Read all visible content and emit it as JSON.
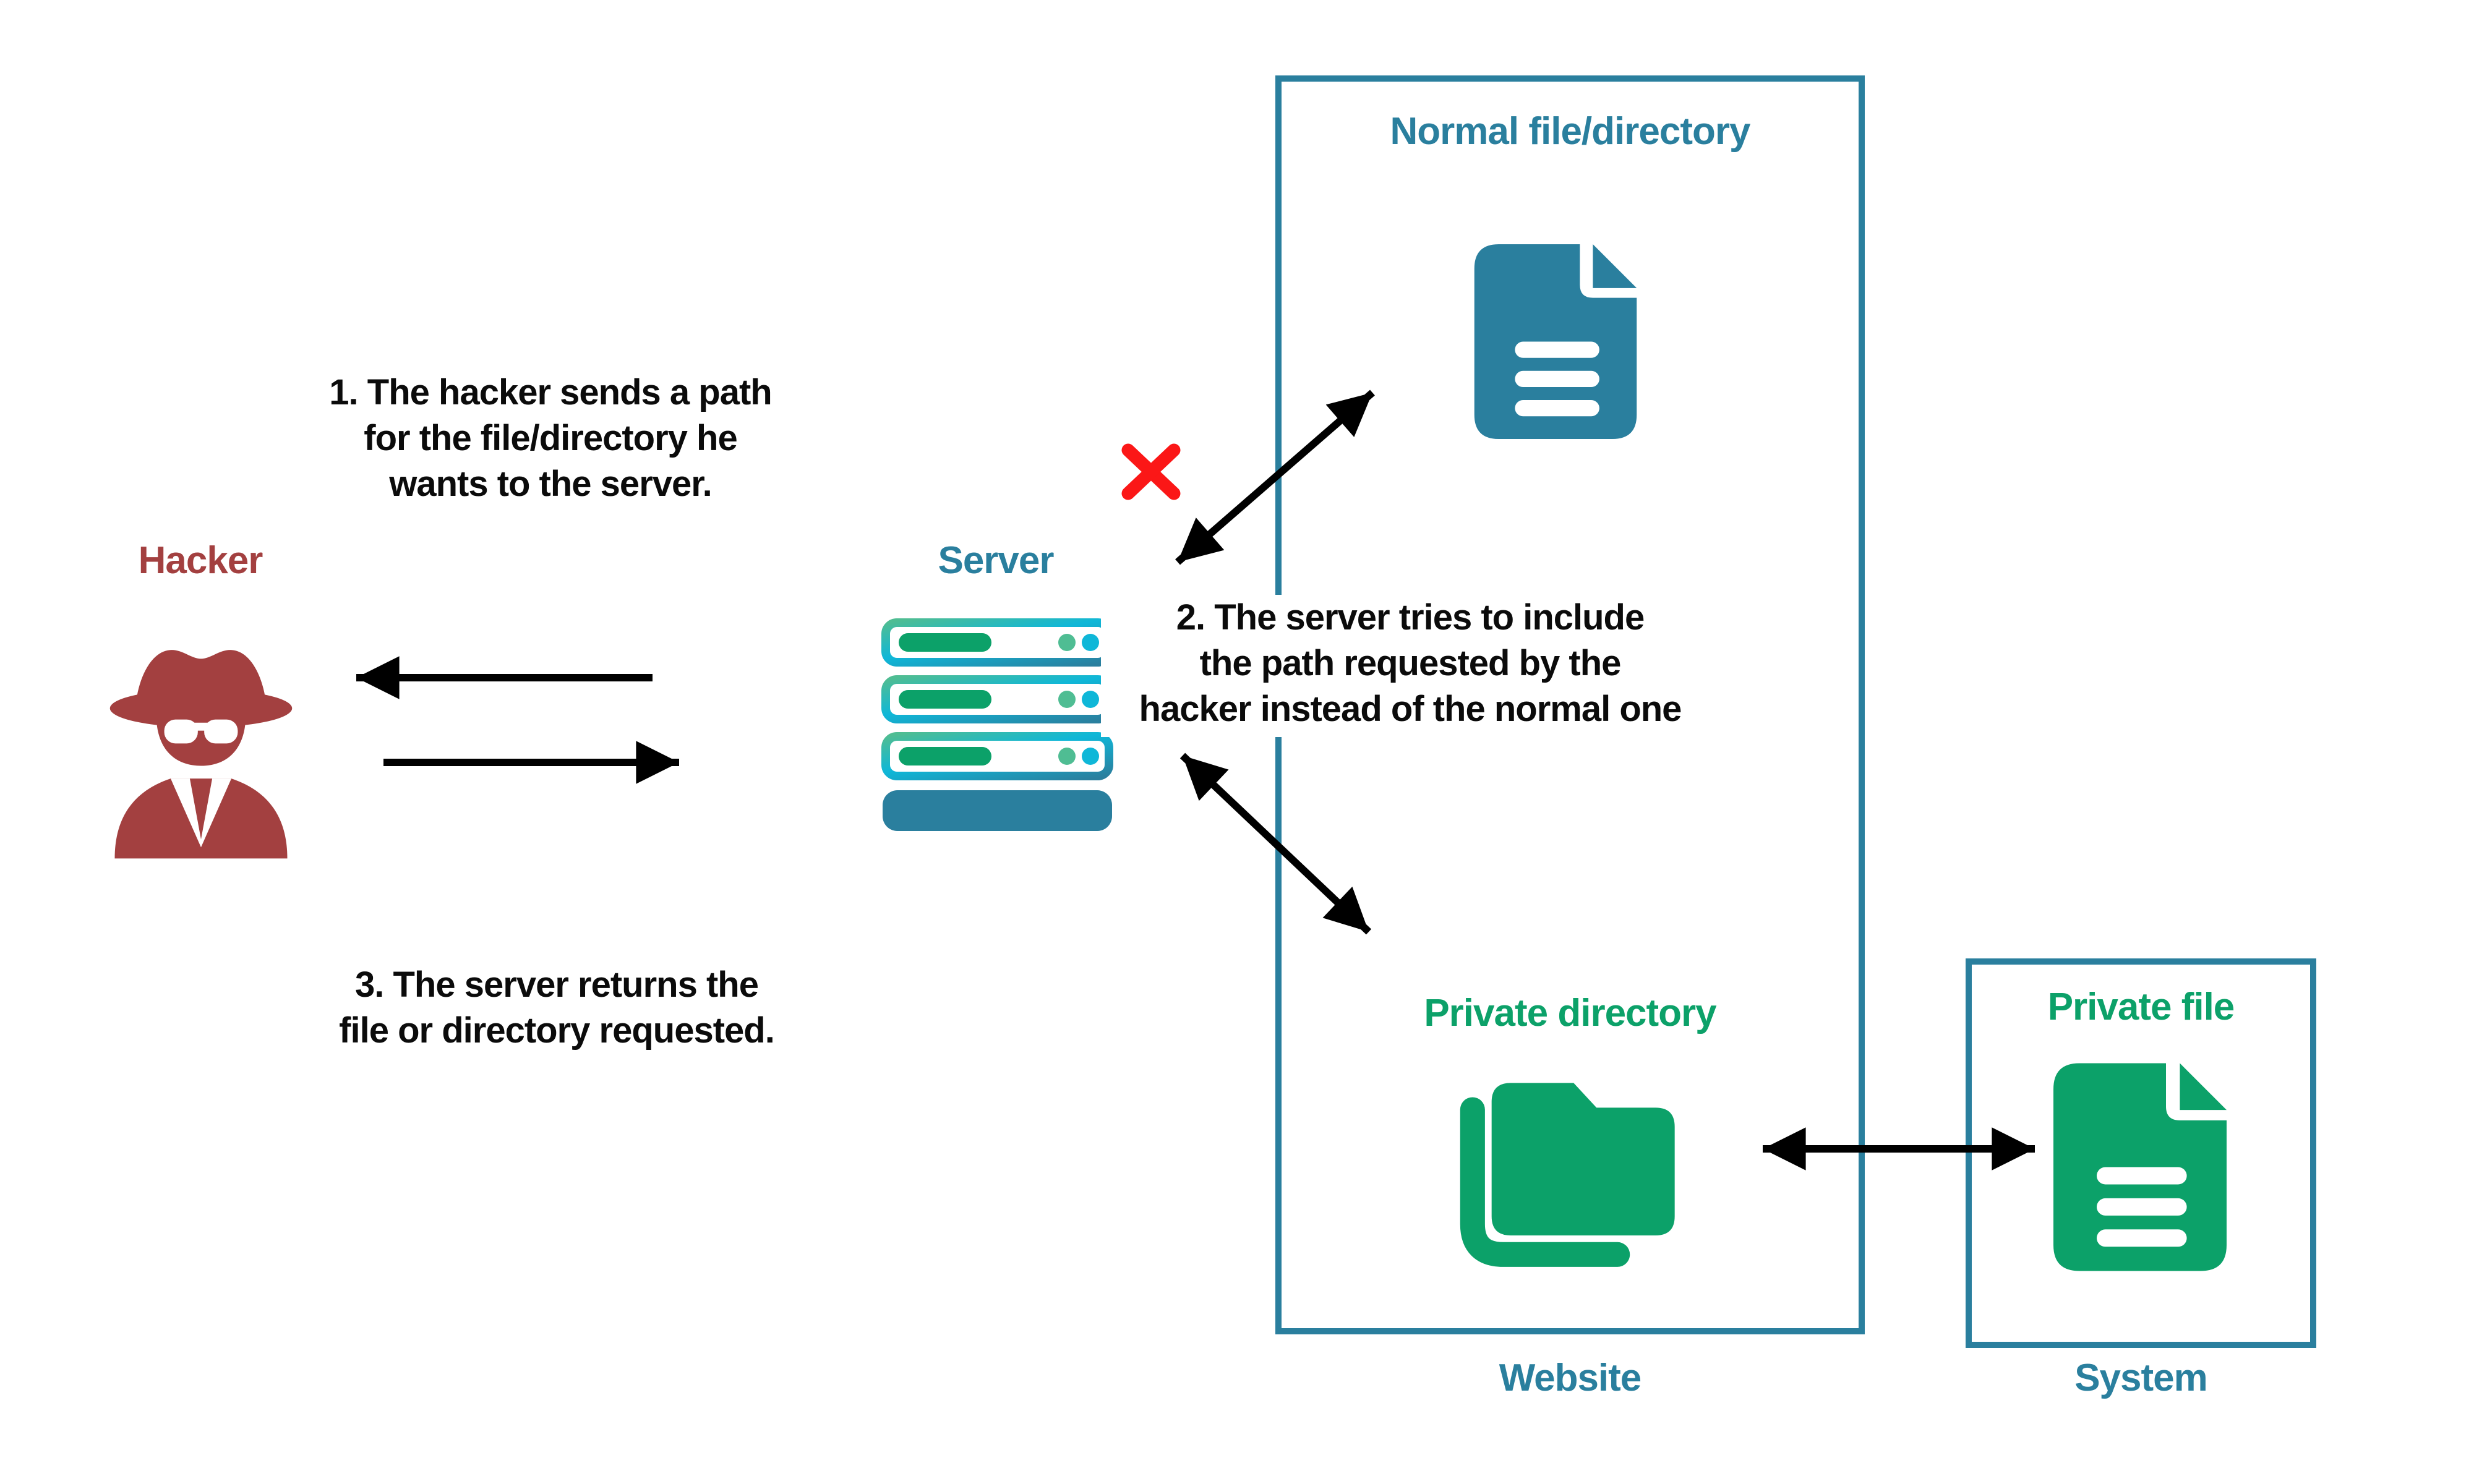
{
  "colors": {
    "teal": "#2A7F9E",
    "green": "#0CA169",
    "mint": "#4FBD93",
    "cyan": "#0FB7D8",
    "hacker-red": "#A34040",
    "x-red": "#FB1717",
    "arrow-black": "#000000"
  },
  "actors": {
    "hacker_label": "Hacker",
    "server_label": "Server"
  },
  "steps": {
    "step1": "1. The hacker sends a path\nfor the file/directory he\nwants to the server.",
    "step2": "2. The server tries to include\nthe path requested by the\nhacker instead of the normal one",
    "step3": "3. The server returns the\nfile or directory requested."
  },
  "website": {
    "label": "Website",
    "normal_file_label": "Normal file/directory",
    "private_directory_label": "Private directory"
  },
  "system": {
    "label": "System",
    "private_file_label": "Private file"
  },
  "icons": {
    "hacker": "spy-icon",
    "server": "server-stack-icon",
    "normal_file": "document-icon",
    "private_directory": "folder-copy-icon",
    "private_file": "document-icon",
    "blocked": "red-x-cross-icon"
  }
}
